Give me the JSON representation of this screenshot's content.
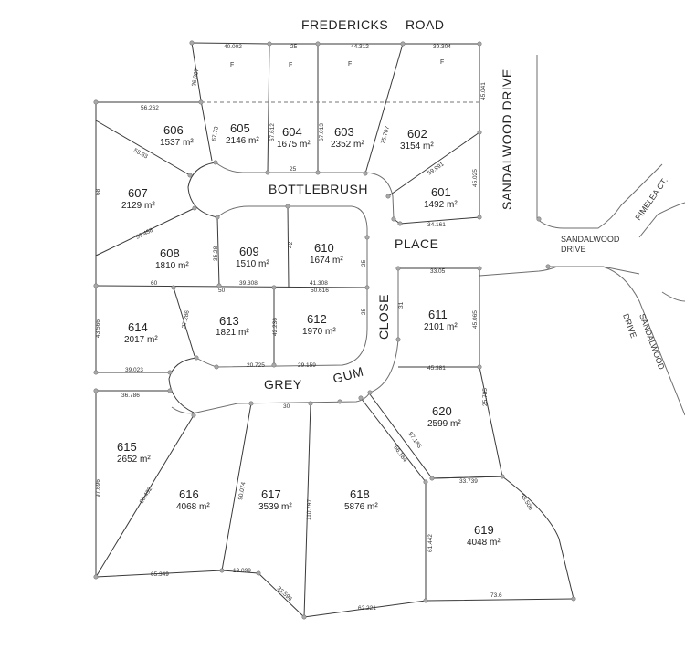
{
  "streets": {
    "fredericks_a": "FREDERICKS",
    "fredericks_b": "ROAD",
    "sandalwood_drive_vertical": "SANDALWOOD DRIVE",
    "bottlebrush": "BOTTLEBRUSH",
    "place": "PLACE",
    "close": "CLOSE",
    "grey": "GREY",
    "gum": "GUM",
    "pimelea": "PIMELEA CT.",
    "sandalwood_a": "SANDALWOOD",
    "sandalwood_b": "DRIVE",
    "sandalwood_drive_diag_a": "SANDALWOOD",
    "sandalwood_drive_diag_b": "DRIVE"
  },
  "lots": [
    {
      "number": "605",
      "area": "2146 m²"
    },
    {
      "number": "604",
      "area": "1675 m²"
    },
    {
      "number": "603",
      "area": "2352 m²"
    },
    {
      "number": "602",
      "area": "3154 m²"
    },
    {
      "number": "606",
      "area": "1537 m²"
    },
    {
      "number": "607",
      "area": "2129 m²"
    },
    {
      "number": "601",
      "area": "1492 m²"
    },
    {
      "number": "608",
      "area": "1810 m²"
    },
    {
      "number": "609",
      "area": "1510 m²"
    },
    {
      "number": "610",
      "area": "1674 m²"
    },
    {
      "number": "611",
      "area": "2101 m²"
    },
    {
      "number": "614",
      "area": "2017 m²"
    },
    {
      "number": "613",
      "area": "1821 m²"
    },
    {
      "number": "612",
      "area": "1970 m²"
    },
    {
      "number": "620",
      "area": "2599 m²"
    },
    {
      "number": "615",
      "area": "2652 m²"
    },
    {
      "number": "616",
      "area": "4068 m²"
    },
    {
      "number": "617",
      "area": "3539 m²"
    },
    {
      "number": "618",
      "area": "5876 m²"
    },
    {
      "number": "619",
      "area": "4048 m²"
    }
  ],
  "flags": [
    "F",
    "F",
    "F",
    "F"
  ],
  "dimensions": [
    "40.002",
    "25",
    "44.312",
    "39.304",
    "36.307",
    "56.262",
    "67.73",
    "67.612",
    "67.013",
    "75.707",
    "45.041",
    "59.991",
    "45.025",
    "34.161",
    "25",
    "58.33",
    "68",
    "57.458",
    "35.28",
    "42",
    "25",
    "60",
    "50",
    "39.308",
    "50.616",
    "41.308",
    "33.05",
    "31",
    "45.065",
    "43.566",
    "37.286",
    "42.236",
    "25",
    "39.023",
    "20.725",
    "29.159",
    "45.381",
    "25.785",
    "36.786",
    "30",
    "57.185",
    "56.184",
    "97.696",
    "86.492",
    "90.074",
    "110.797",
    "33.739",
    "43.506",
    "61.442",
    "65.349",
    "19.099",
    "33.596",
    "62.221",
    "73.6"
  ]
}
